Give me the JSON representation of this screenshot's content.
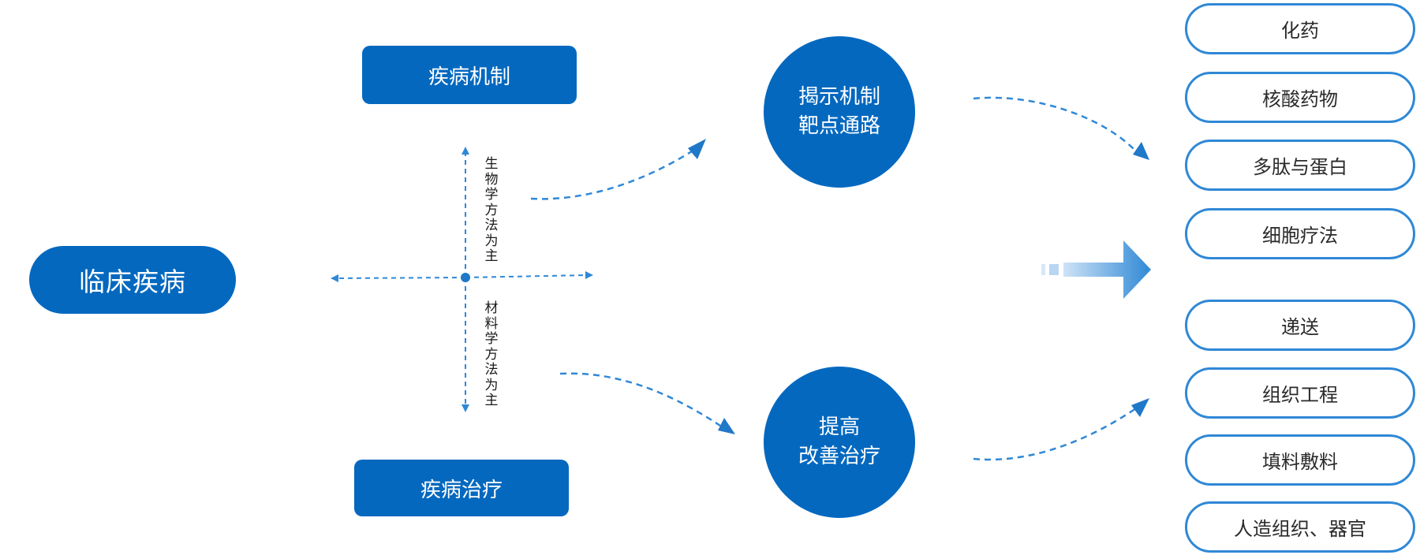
{
  "main": {
    "label": "临床疾病"
  },
  "left_boxes": {
    "mechanism": "疾病机制",
    "treatment": "疾病治疗"
  },
  "axis_labels": {
    "upper": "生物学方法为主",
    "lower": "材料学方法为主"
  },
  "circles": {
    "top": {
      "line1": "揭示机制",
      "line2": "靶点通路"
    },
    "bottom": {
      "line1": "提高",
      "line2": "改善治疗"
    }
  },
  "right_items": [
    "化药",
    "核酸药物",
    "多肽与蛋白",
    "细胞疗法",
    "递送",
    "组织工程",
    "填料敷料",
    "人造组织、器官"
  ],
  "colors": {
    "primary": "#0468bf",
    "outline": "#2f88d6",
    "dashed": "#2f88d6"
  }
}
